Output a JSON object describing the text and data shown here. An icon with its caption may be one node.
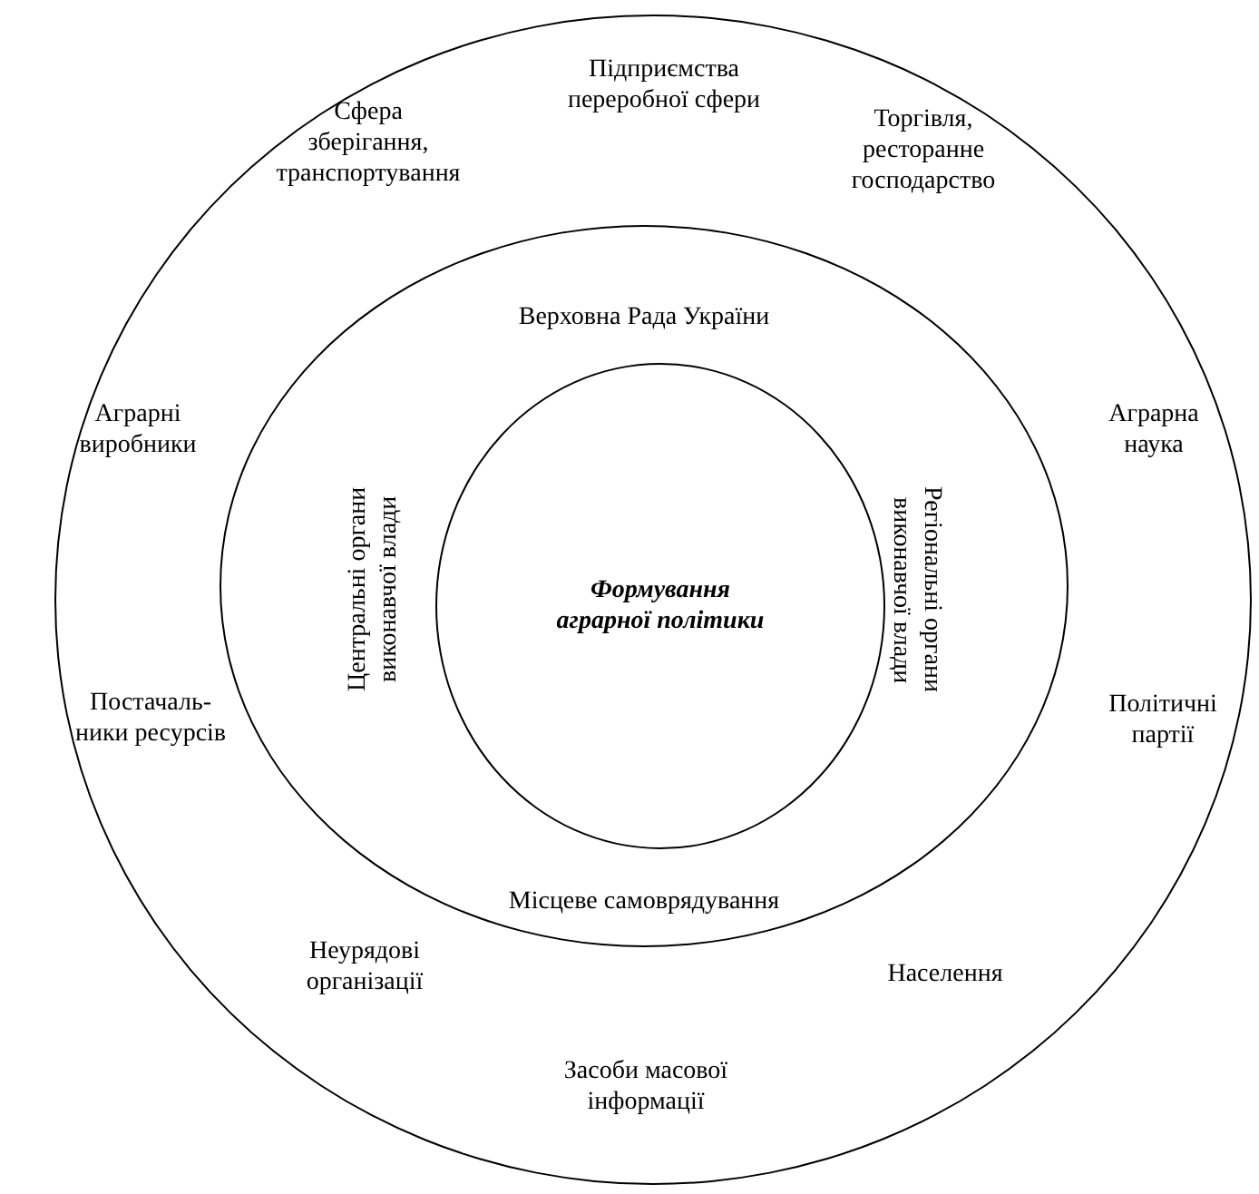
{
  "diagram": {
    "nodes": [
      {
        "text": [
          "Підприємства переробної сфери",
          "Сфера зберігання, транспортування",
          "Торгівля, ресторанне господарство",
          "Аграрні виробники",
          "Аграрна наука",
          "Постачаль- ники ресурсів",
          "Політичні партії",
          "Неурядові організації",
          "Населення",
          "Засоби масової інформації"
        ]
      },
      {
        "text": [
          "Верховна Рада України",
          "Центральні органи виконавчої влади",
          "Регіональні органи виконавчої влади",
          "Місцеве самоврядування"
        ],
        "in": 0
      },
      {
        "text": [
          "Формування аграрної політики"
        ],
        "in": 1
      }
    ]
  }
}
